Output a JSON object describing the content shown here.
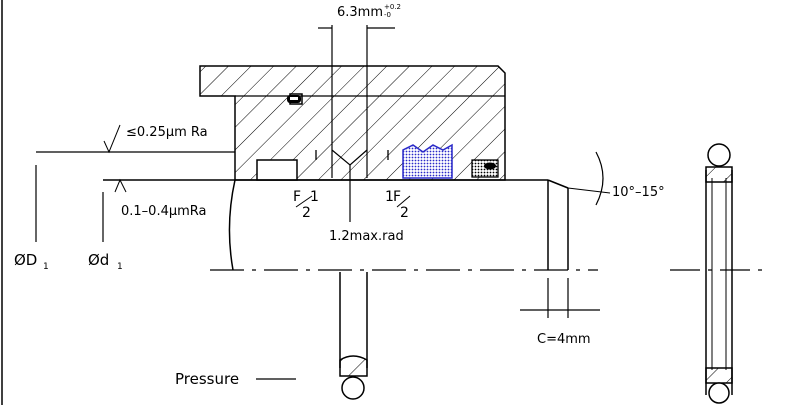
{
  "labels": {
    "bore_tolerance_main": "6.3mm",
    "bore_tolerance_upper": "+0.2",
    "bore_tolerance_lower": "-0",
    "surface_finish_bore": "≤0.25µm Ra",
    "surface_finish_rod": "0.1–0.4µmRa",
    "diameter_D": "ØD",
    "diameter_D_sub": "1",
    "diameter_d": "Ød",
    "diameter_d_sub": "1",
    "f_left_num": "F",
    "f_left_den": "2",
    "f_left_mark": "1",
    "f_right_num": "F",
    "f_right_den": "2",
    "f_right_mark": "1",
    "radius": "1.2max.rad",
    "chamfer_angle": "10°–15°",
    "chamfer_length": "C=4mm",
    "pressure": "Pressure"
  },
  "colors": {
    "line": "#000000",
    "seal_blue": "#2a2ac8",
    "ring_fill": "#e6e6e6"
  }
}
